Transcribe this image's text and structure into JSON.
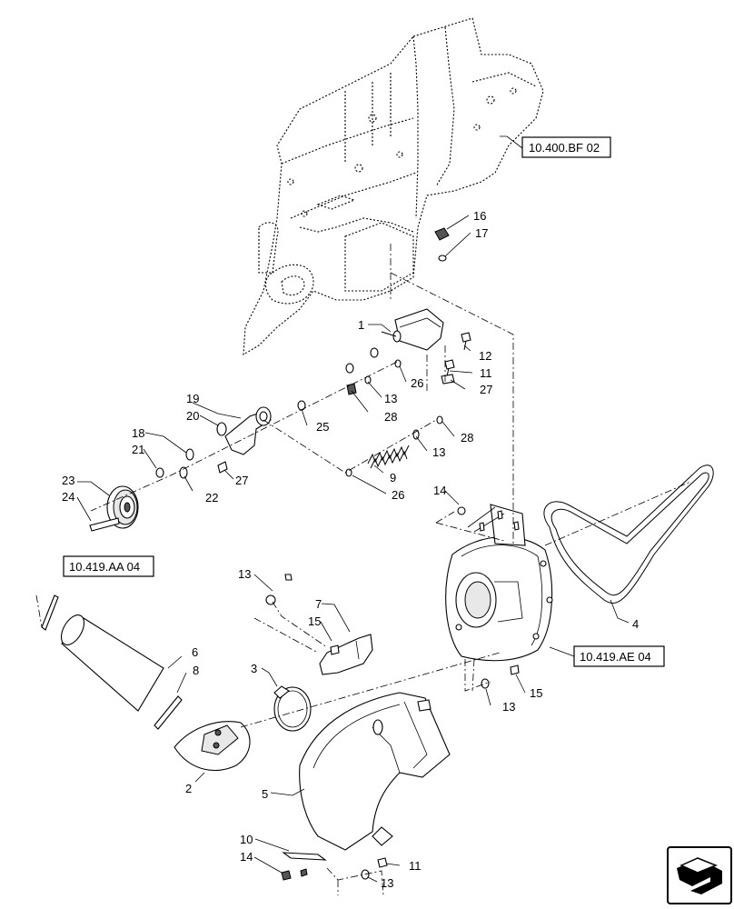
{
  "diagram": {
    "callouts": [
      "1",
      "2",
      "3",
      "4",
      "5",
      "6",
      "7",
      "8",
      "9",
      "10",
      "11",
      "11",
      "12",
      "13",
      "13",
      "13",
      "13",
      "13",
      "14",
      "14",
      "15",
      "15",
      "16",
      "17",
      "18",
      "19",
      "20",
      "21",
      "22",
      "23",
      "24",
      "25",
      "26",
      "26",
      "27",
      "27",
      "28",
      "28"
    ],
    "references": {
      "ref_frame": "10.400.BF 02",
      "ref_left": "10.419.AA 04",
      "ref_fan": "10.419.AE 04"
    },
    "nav_icon": "previous-page-arrow-icon"
  }
}
